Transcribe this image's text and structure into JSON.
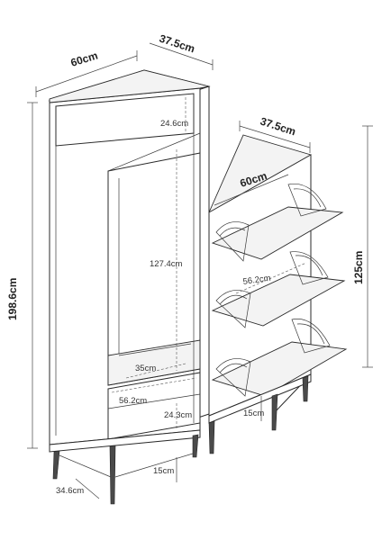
{
  "cabinet_tall": {
    "width_label": "60cm",
    "depth_label": "37.5cm",
    "height_label": "198.6cm",
    "top_compartment_label": "24.6cm",
    "open_compartment_label": "127.4cm",
    "shelf_depth_label": "35cm",
    "inner_width_label": "56.2cm",
    "drawer_height_label": "24.3cm",
    "leg_height_label": "15cm",
    "base_depth_label": "34.6cm"
  },
  "cabinet_shoe": {
    "width_label": "60cm",
    "depth_label": "37.5cm",
    "height_label": "125cm",
    "inner_width_label": "56.2cm",
    "leg_height_label": "15cm"
  }
}
